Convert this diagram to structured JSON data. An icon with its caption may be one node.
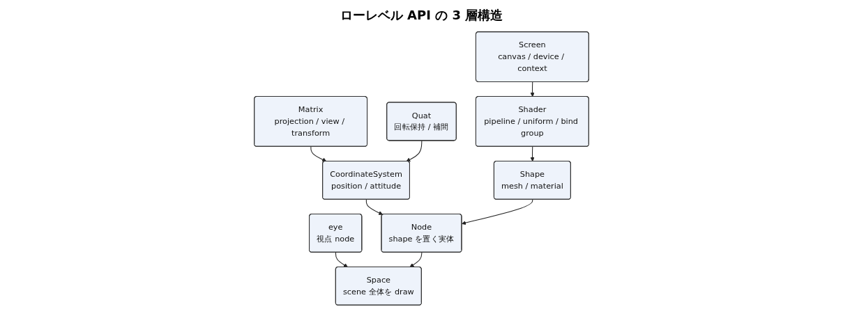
{
  "diagram": {
    "title": "ローレベル API の 3 層構造",
    "nodes": [
      {
        "text": [
          "Screen",
          "canvas / device / context"
        ]
      },
      {
        "text": [
          "Matrix",
          "projection / view / transform"
        ]
      },
      {
        "text": [
          "Quat",
          "回転保持 / 補間"
        ]
      },
      {
        "text": [
          "Shader",
          "pipeline / uniform / bind group"
        ]
      },
      {
        "text": [
          "CoordinateSystem",
          "position / attitude"
        ]
      },
      {
        "text": [
          "eye",
          "視点 node"
        ]
      },
      {
        "text": [
          "Shape",
          "mesh / material"
        ]
      },
      {
        "text": [
          "Node",
          "shape を置く実体"
        ]
      },
      {
        "text": [
          "Space",
          "scene 全体を draw"
        ]
      }
    ],
    "edges": [
      {
        "from": 0,
        "to": 3,
        "arrow": "to"
      },
      {
        "from": 1,
        "to": 4,
        "arrow": "to"
      },
      {
        "from": 2,
        "to": 4,
        "arrow": "to"
      },
      {
        "from": 3,
        "to": 6,
        "arrow": "to"
      },
      {
        "from": 4,
        "to": 7,
        "arrow": "to"
      },
      {
        "from": 5,
        "to": 8,
        "arrow": "to"
      },
      {
        "from": 6,
        "to": 7,
        "arrow": "to"
      },
      {
        "from": 7,
        "to": 8,
        "arrow": "to"
      }
    ]
  }
}
